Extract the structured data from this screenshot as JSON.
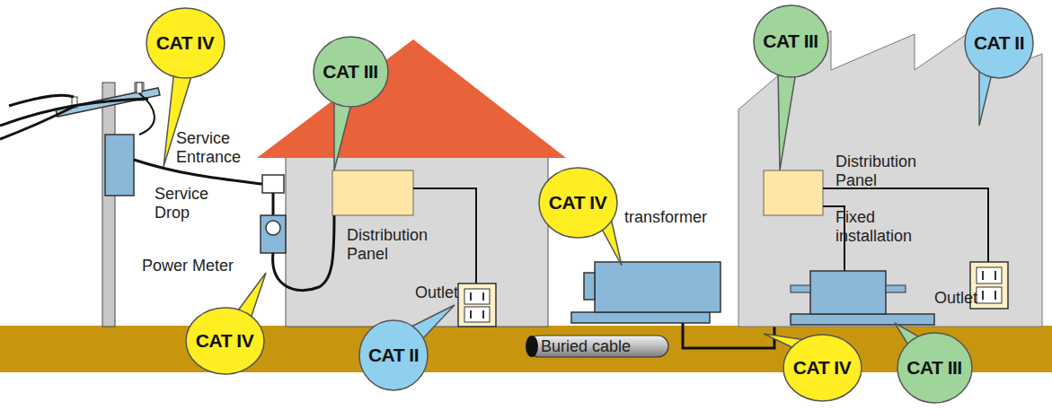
{
  "diagram": {
    "nodes": [
      {
        "text": [
          "CAT IV"
        ]
      },
      {
        "text": [
          "CAT III"
        ]
      },
      {
        "text": [
          "CAT III"
        ]
      },
      {
        "text": [
          "CAT II"
        ]
      },
      {
        "text": [
          "CAT IV"
        ]
      },
      {
        "text": [
          "CAT IV"
        ]
      },
      {
        "text": [
          "CAT II"
        ]
      },
      {
        "text": [
          "CAT IV"
        ]
      },
      {
        "text": [
          "CAT III"
        ]
      }
    ],
    "labels": [
      "Service Entrance",
      "Service Drop",
      "Power Meter",
      "Distribution Panel",
      "Outlet",
      "transformer",
      "Buried cable",
      "Distribution Panel",
      "Fixed installation",
      "Outlet"
    ]
  }
}
